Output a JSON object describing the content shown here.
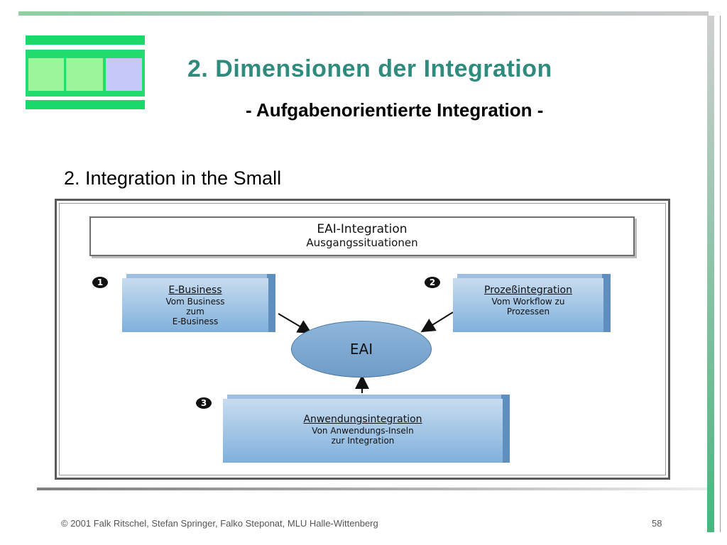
{
  "slide": {
    "title": "2. Dimensionen der Integration",
    "subtitle": "- Aufgabenorientierte Integration -",
    "heading": "2. Integration in the Small"
  },
  "diagram": {
    "header_line1": "EAI-Integration",
    "header_line2": "Ausgangssituationen",
    "center_label": "EAI",
    "boxes": [
      {
        "number": "1",
        "title": "E-Business",
        "lines": [
          "Vom Business",
          "zum",
          "E-Business"
        ]
      },
      {
        "number": "2",
        "title": "Prozeßintegration",
        "lines": [
          "Vom Workflow zu",
          "Prozessen"
        ]
      },
      {
        "number": "3",
        "title": "Anwendungsintegration",
        "lines": [
          "Von Anwendungs-Inseln",
          "zur Integration"
        ]
      }
    ]
  },
  "footer": {
    "copyright": "© 2001 Falk Ritschel, Stefan Springer, Falko Steponat, MLU Halle-Wittenberg",
    "page_number": "58"
  },
  "colors": {
    "title": "#2e8b7e",
    "logo_green": "#22dc70",
    "logo_light_green": "#9cf59a",
    "logo_lavender": "#c7c8fa",
    "card_blue": "#7fb0dc"
  }
}
